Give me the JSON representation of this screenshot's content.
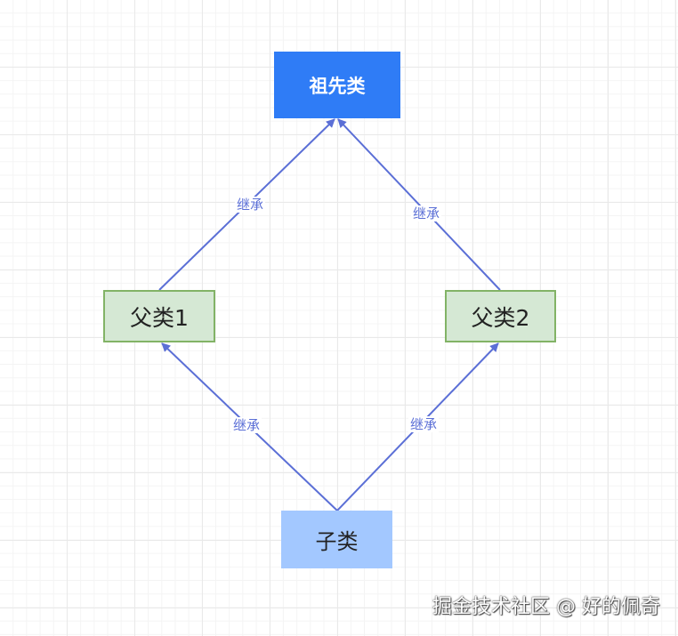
{
  "nodes": {
    "ancestor": "祖先类",
    "parent1": "父类1",
    "parent2": "父类2",
    "child": "子类"
  },
  "edges": {
    "parent1_to_ancestor": "继承",
    "parent2_to_ancestor": "继承",
    "child_to_parent1": "继承",
    "child_to_parent2": "继承"
  },
  "watermark": "掘金技术社区 @ 好的佩奇",
  "colors": {
    "ancestor_fill": "#2f7cf6",
    "parent_fill": "#d5e8d4",
    "parent_border": "#82b366",
    "child_fill": "#a3c8ff",
    "edge": "#5b6fd6"
  }
}
